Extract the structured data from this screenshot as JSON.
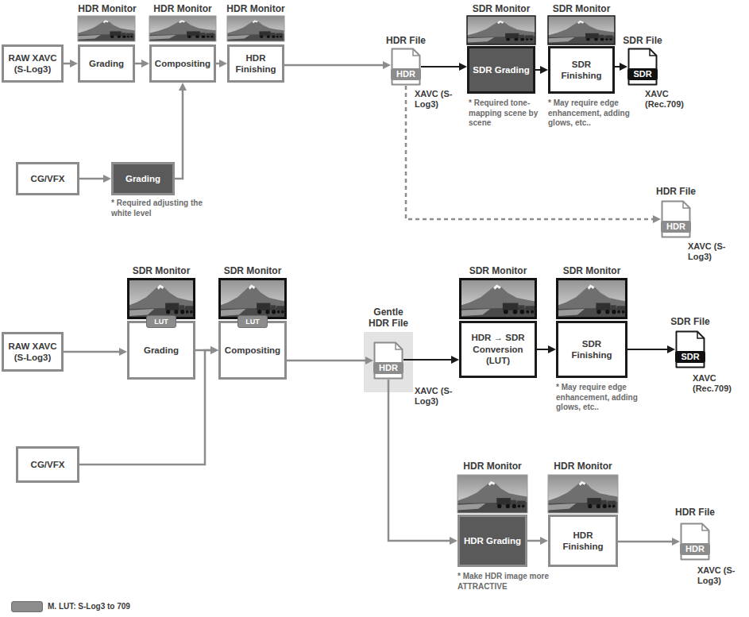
{
  "diagram": {
    "nodes": [
      {
        "text": [
          "RAW XAVC (S-Log3)"
        ]
      },
      {
        "text": [
          "Grading"
        ]
      },
      {
        "text": [
          "Compositing"
        ]
      },
      {
        "text": [
          "HDR Finishing"
        ]
      },
      {
        "text": [
          "HDR"
        ]
      },
      {
        "text": [
          "SDR Grading"
        ]
      },
      {
        "text": [
          "SDR Finishing"
        ]
      },
      {
        "text": [
          "SDR"
        ]
      },
      {
        "text": [
          "CG/VFX"
        ]
      },
      {
        "text": [
          "Grading"
        ]
      },
      {
        "text": [
          "HDR"
        ]
      },
      {
        "text": [
          "RAW XAVC (S-Log3)"
        ]
      },
      {
        "text": [
          "Grading"
        ]
      },
      {
        "text": [
          "LUT"
        ],
        "in": 12
      },
      {
        "text": [
          "Compositing"
        ]
      },
      {
        "text": [
          "LUT"
        ],
        "in": 14
      },
      {
        "text": [
          "HDR"
        ]
      },
      {
        "text": [
          "HDR → SDR Conversion (LUT)"
        ]
      },
      {
        "text": [
          "SDR Finishing"
        ]
      },
      {
        "text": [
          "SDR"
        ]
      },
      {
        "text": [
          "CG/VFX"
        ]
      },
      {
        "text": [
          "HDR Grading"
        ]
      },
      {
        "text": [
          "HDR Finishing"
        ]
      },
      {
        "text": [
          "HDR"
        ]
      }
    ],
    "edges": [
      {
        "from": 0,
        "to": 1,
        "arrow": "to"
      },
      {
        "from": 1,
        "to": 2,
        "arrow": "to"
      },
      {
        "from": 2,
        "to": 3,
        "arrow": "to"
      },
      {
        "from": 3,
        "to": 4,
        "arrow": "to"
      },
      {
        "from": 4,
        "to": 5,
        "arrow": "to"
      },
      {
        "from": 5,
        "to": 6,
        "arrow": "to"
      },
      {
        "from": 6,
        "to": 7,
        "arrow": "to"
      },
      {
        "from": 8,
        "to": 9,
        "arrow": "to"
      },
      {
        "from": 9,
        "to": 2,
        "arrow": "to"
      },
      {
        "from": 4,
        "to": 10,
        "arrow": "to"
      },
      {
        "from": 11,
        "to": 12,
        "arrow": "to"
      },
      {
        "from": 12,
        "to": 14,
        "arrow": "to"
      },
      {
        "from": 20,
        "to": 14,
        "arrow": "to"
      },
      {
        "from": 14,
        "to": 16,
        "arrow": "to"
      },
      {
        "from": 16,
        "to": 17,
        "arrow": "to"
      },
      {
        "from": 17,
        "to": 18,
        "arrow": "to"
      },
      {
        "from": 18,
        "to": 19,
        "arrow": "to"
      },
      {
        "from": 16,
        "to": 21,
        "arrow": "to"
      },
      {
        "from": 21,
        "to": 22,
        "arrow": "to"
      },
      {
        "from": 22,
        "to": 23,
        "arrow": "to"
      }
    ],
    "labels": [
      "HDR Monitor",
      "HDR Monitor",
      "HDR Monitor",
      "HDR File",
      "XAVC (S-Log3)",
      "SDR Monitor",
      "SDR Monitor",
      "SDR File",
      "XAVC (Rec.709)",
      "* Required tone-mapping scene by scene",
      "* May require edge enhancement, adding glows, etc..",
      "* Required adjusting the white level",
      "HDR File",
      "XAVC (S-Log3)",
      "SDR Monitor",
      "SDR Monitor",
      "Gentle HDR File",
      "XAVC (S-Log3)",
      "SDR Monitor",
      "SDR Monitor",
      "SDR File",
      "XAVC (Rec.709)",
      "* May require edge enhancement, adding glows, etc..",
      "HDR Monitor",
      "HDR Monitor",
      "HDR File",
      "XAVC (S-Log3)",
      "* Make HDR image more ATTRACTIVE",
      "LUT"
    ],
    "legend": [
      {
        "text": "M. LUT: S-Log3 to 709",
        "color": "#8c8c8c"
      }
    ]
  }
}
